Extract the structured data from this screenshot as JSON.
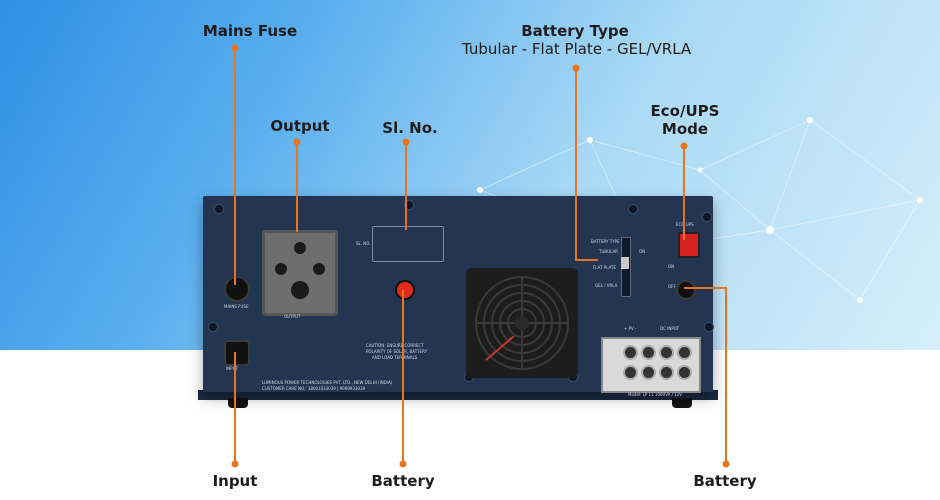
{
  "callouts": {
    "mains_fuse": "Mains Fuse",
    "output": "Output",
    "sl_no": "Sl. No.",
    "battery_type_title": "Battery Type",
    "battery_type_options": "Tubular - Flat Plate - GEL/VRLA",
    "eco_ups_line1": "Eco/UPS",
    "eco_ups_line2": "Mode",
    "input": "Input",
    "battery_center": "Battery",
    "battery_right": "Battery"
  },
  "panel_text": {
    "mains_fuse": "MAINS FUSE",
    "output": "OUTPUT",
    "sl_no": "SL. NO.",
    "battery_type": "BATTERY TYPE",
    "tubular": "TUBULAR",
    "flat_plate": "FLAT PLATE",
    "gel_vrla": "GEL / VRLA",
    "eco_ups": "ECO UPS",
    "on": "ON",
    "off": "OFF",
    "input": "INPUT",
    "caution_1": "CAUTION: ENSURE CORRECT",
    "caution_2": "POLARITY OF SOLAR, BATTERY",
    "caution_3": "AND LOAD TERMINALS",
    "maker_1": "LUMINOUS POWER TECHNOLOGIES PVT. LTD., NEW DELHI (INDIA)",
    "maker_2": "CUSTOMER CARE NO.: 18001033039 | 9999933039",
    "model": "Model: LP 11 1000VA / 12V",
    "plus_minus": "+ PV -",
    "dc_input": "DC INPUT"
  },
  "colors": {
    "callout_line": "#e8741e",
    "panel": "#233551",
    "sky_start": "#2f8fe4",
    "sky_end": "#d6eefa"
  }
}
